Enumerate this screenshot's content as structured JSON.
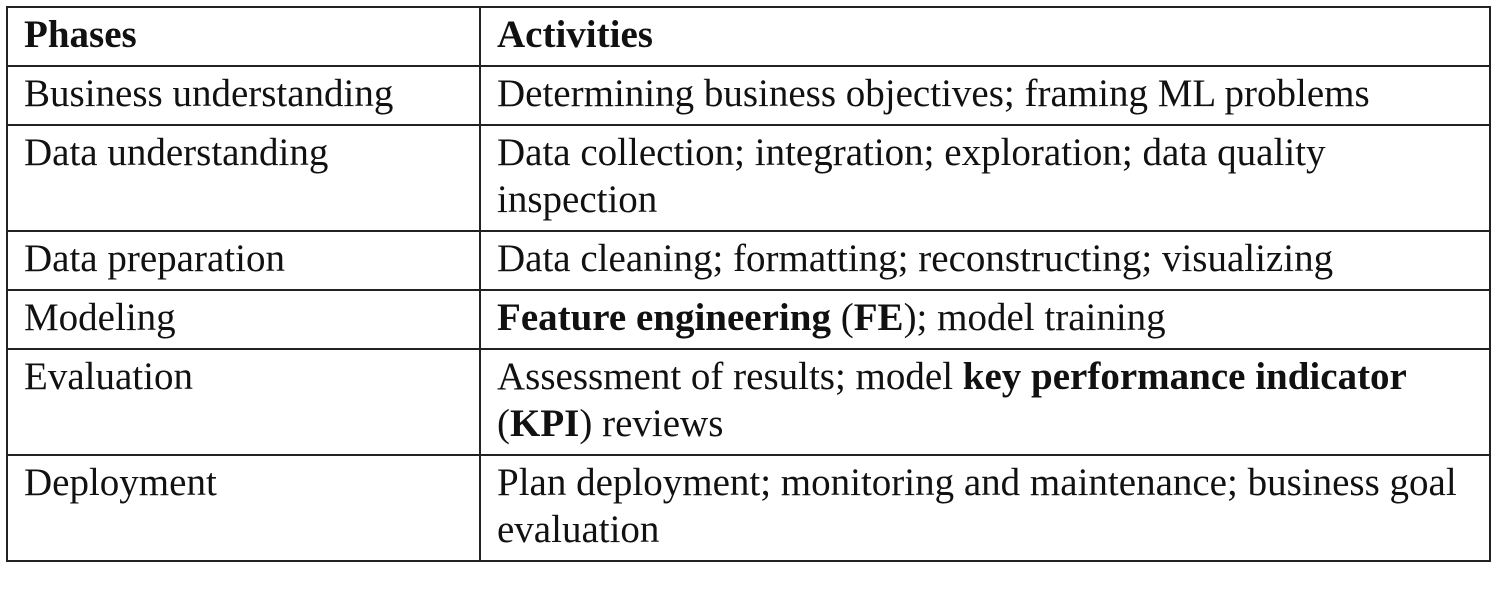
{
  "table": {
    "headers": [
      "Phases",
      "Activities"
    ],
    "rows": [
      {
        "phase": "Business understanding",
        "activities": [
          {
            "text": "Determining business objectives; framing ML problems",
            "bold": false
          }
        ]
      },
      {
        "phase": "Data understanding",
        "activities": [
          {
            "text": "Data collection; integration; exploration; data quality inspection",
            "bold": false
          }
        ]
      },
      {
        "phase": "Data preparation",
        "activities": [
          {
            "text": "Data cleaning; formatting; reconstructing; visualizing",
            "bold": false
          }
        ]
      },
      {
        "phase": "Modeling",
        "activities": [
          {
            "text": "Feature engineering",
            "bold": true
          },
          {
            "text": " (",
            "bold": false
          },
          {
            "text": "FE",
            "bold": true
          },
          {
            "text": "); model training",
            "bold": false
          }
        ]
      },
      {
        "phase": "Evaluation",
        "activities": [
          {
            "text": "Assessment of results; model ",
            "bold": false
          },
          {
            "text": "key performance indicator",
            "bold": true
          },
          {
            "text": " (",
            "bold": false
          },
          {
            "text": "KPI",
            "bold": true
          },
          {
            "text": ") reviews",
            "bold": false
          }
        ]
      },
      {
        "phase": "Deployment",
        "activities": [
          {
            "text": "Plan deployment; monitoring and maintenance; business goal evaluation",
            "bold": false
          }
        ]
      }
    ]
  }
}
